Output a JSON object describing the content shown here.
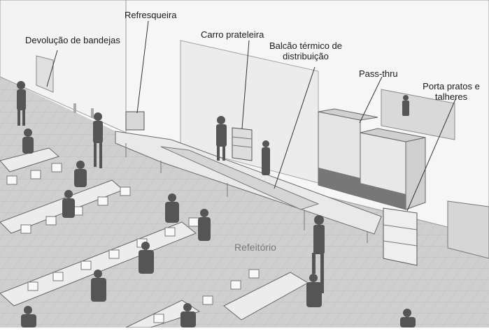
{
  "labels": {
    "bandejas": "Devolução de bandejas",
    "refresqueira": "Refresqueira",
    "carro": "Carro prateleira",
    "balcao_l1": "Balcão térmico de",
    "balcao_l2": "distribuição",
    "passthru": "Pass-thru",
    "porta_l1": "Porta pratos e",
    "porta_l2": "talheres",
    "refeitorio": "Refeitório"
  },
  "colors": {
    "wall": "#f2f2f2",
    "floor": "#cfcfcf",
    "figure": "#555555",
    "table": "#ececec",
    "chair": "#f7f7f7",
    "outline": "#6b6b6b"
  }
}
